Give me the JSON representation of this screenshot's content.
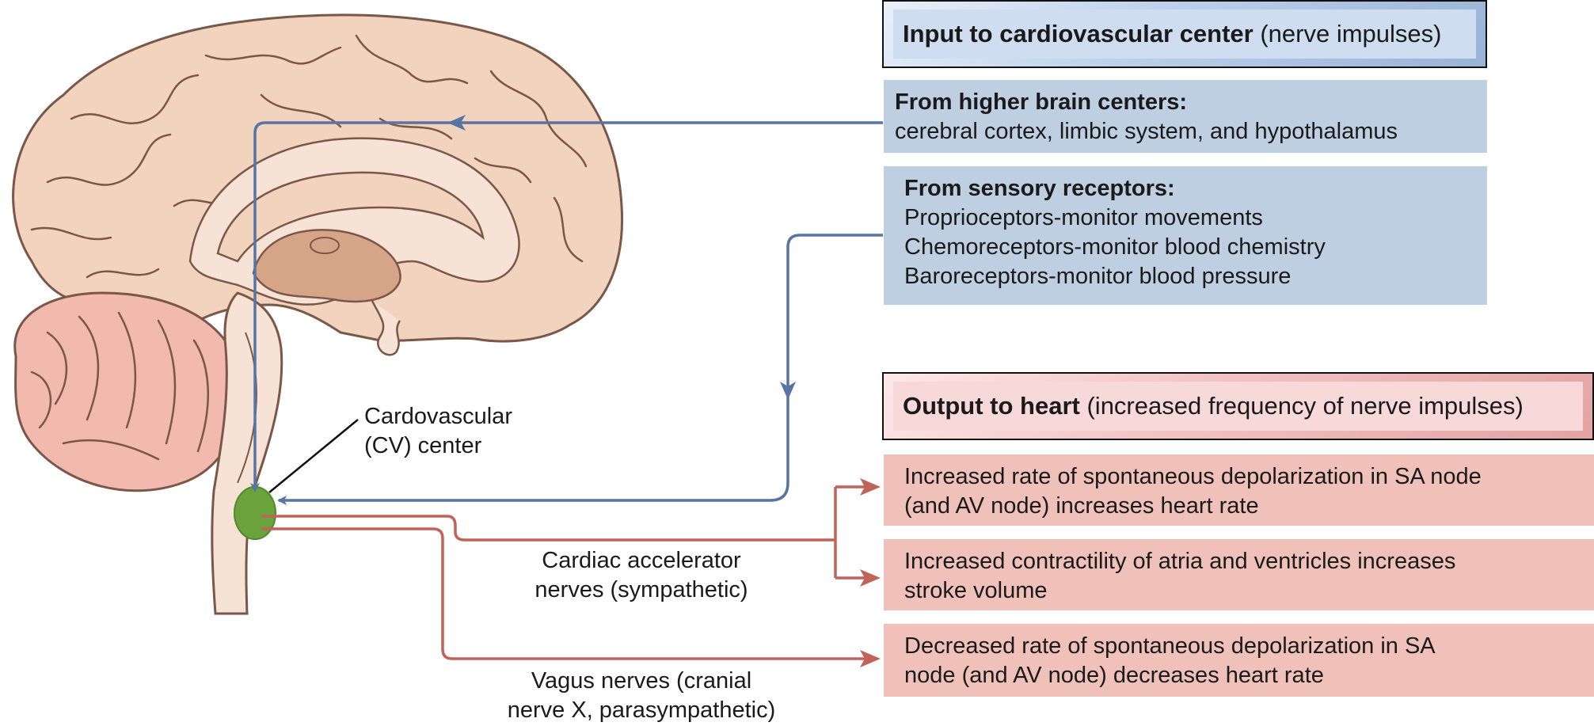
{
  "input_header": {
    "bold": "Input to cardiovascular center",
    "normal": "(nerve impulses)"
  },
  "higher_centers": {
    "title": "From higher brain centers:",
    "text": "cerebral cortex, limbic system, and hypothalamus"
  },
  "sensory": {
    "title": "From sensory receptors:",
    "items": [
      "Proprioceptors-monitor movements",
      "Chemoreceptors-monitor blood chemistry",
      "Baroreceptors-monitor blood pressure"
    ]
  },
  "output_header": {
    "bold": "Output to heart",
    "normal": "(increased frequency of nerve impulses)"
  },
  "outputs": [
    {
      "line1": "Increased rate of spontaneous depolarization in SA node",
      "line2": "(and AV node) increases heart rate"
    },
    {
      "line1": "Increased contractility of atria and ventricles increases",
      "line2": "stroke volume"
    },
    {
      "line1": "Decreased rate of spontaneous depolarization in SA",
      "line2": "node (and AV node) decreases heart rate"
    }
  ],
  "cv_label": {
    "line1": "Cardovascular",
    "line2": "(CV) center"
  },
  "accel_label": {
    "line1": "Cardiac accelerator",
    "line2": "nerves (sympathetic)"
  },
  "vagus_label": {
    "line1": "Vagus nerves (cranial",
    "line2": "nerve X, parasympathetic)"
  },
  "colors": {
    "input_arrow": "#5874a2",
    "output_arrow": "#c0635a",
    "cv_center": "#6aa23b"
  }
}
